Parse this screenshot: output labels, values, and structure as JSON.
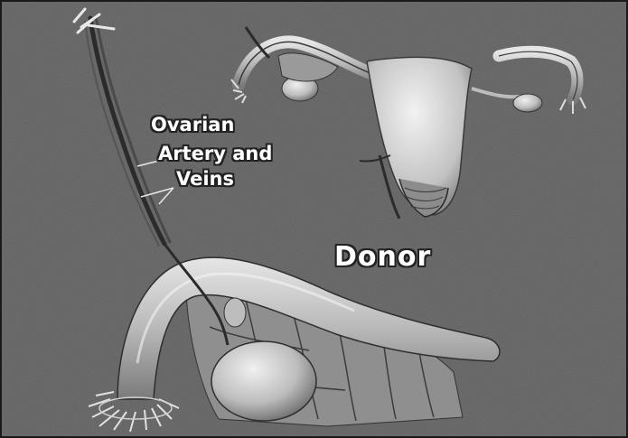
{
  "figure": {
    "labels": {
      "ovarian": "Ovarian",
      "artery_and": "Artery and",
      "veins": "Veins",
      "donor": "Donor"
    },
    "colors": {
      "background": "#6f6f6f",
      "tissue_light": "#d8d8d8",
      "tissue_mid": "#a8a8a8",
      "tissue_dark": "#3a3a3a",
      "label_text": "#ffffff",
      "label_outline": "#222222"
    }
  }
}
